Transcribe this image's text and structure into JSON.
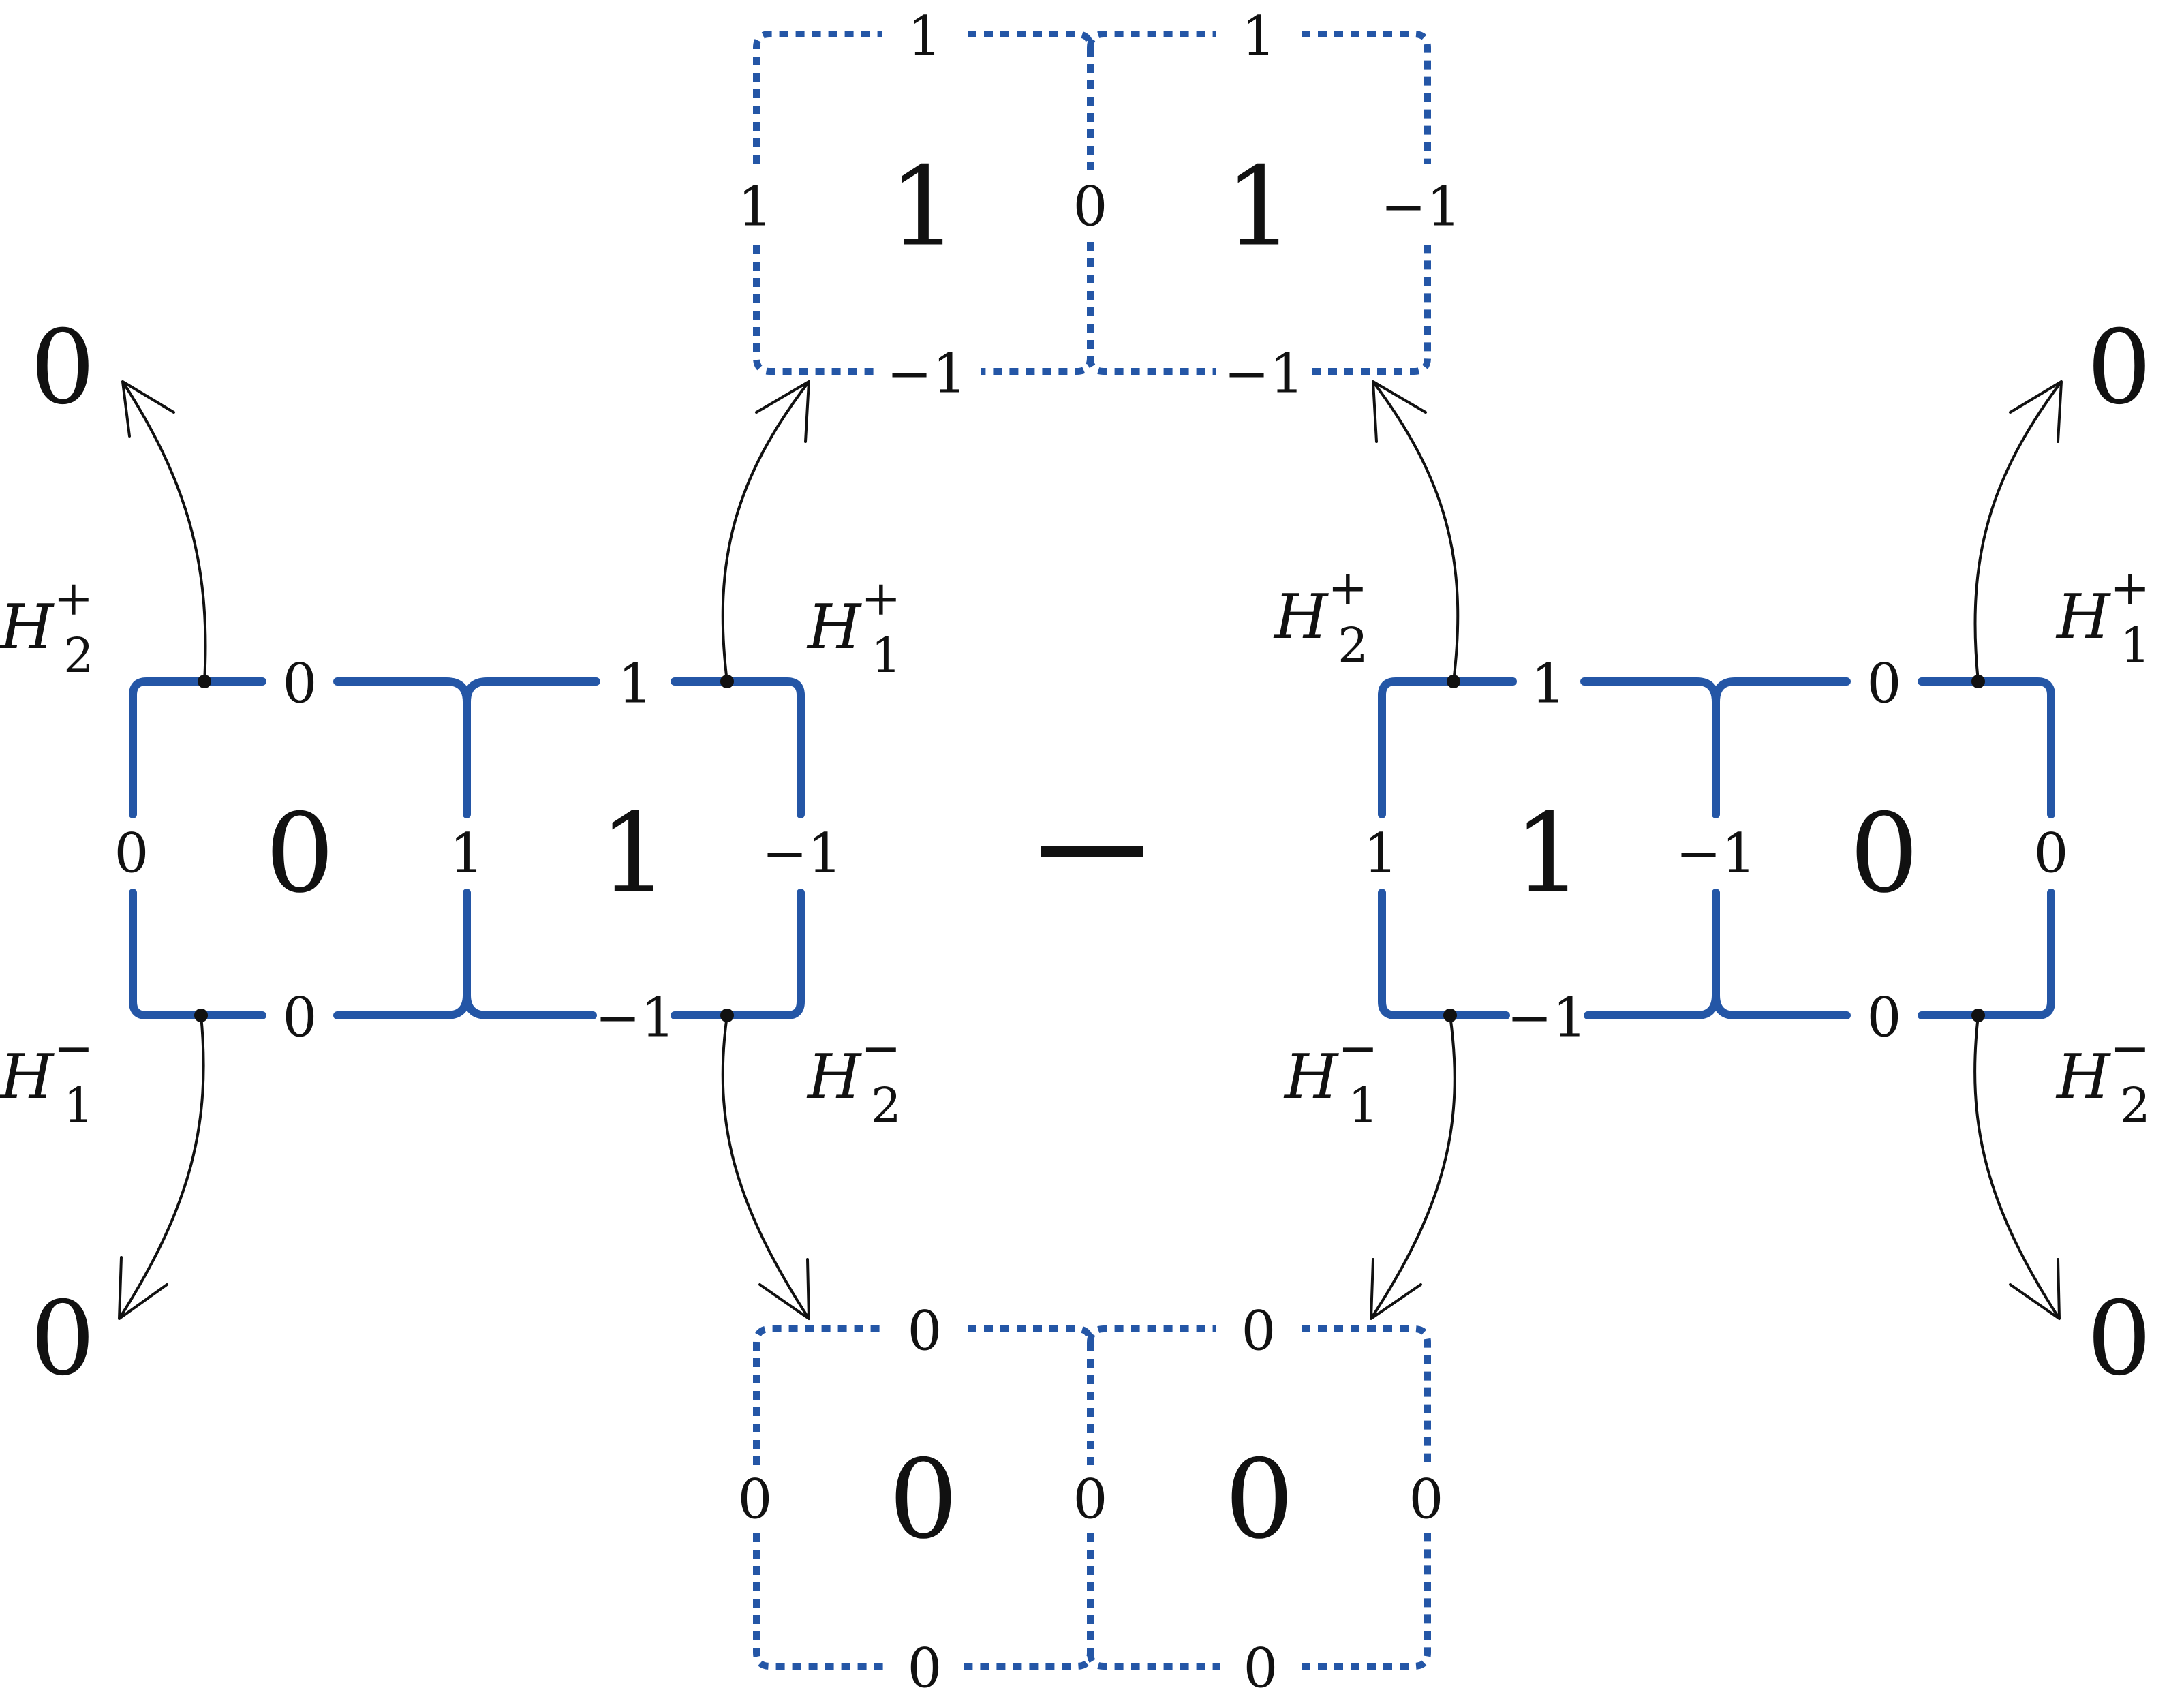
{
  "colors": {
    "strand": "#2456a6",
    "ink": "#111111",
    "background": "#ffffff"
  },
  "operator": "−",
  "left": {
    "cells": [
      "0",
      "1"
    ],
    "top_edges": [
      "0",
      "1"
    ],
    "bottom_edges": [
      "0",
      "−1"
    ],
    "verticals": [
      "0",
      "1",
      "−1"
    ]
  },
  "right": {
    "cells": [
      "1",
      "0"
    ],
    "top_edges": [
      "1",
      "0"
    ],
    "bottom_edges": [
      "−1",
      "0"
    ],
    "verticals": [
      "1",
      "−1",
      "0"
    ]
  },
  "top_result": {
    "cells": [
      "1",
      "1"
    ],
    "top_edges": [
      "1",
      "1"
    ],
    "bottom_edges": [
      "−1",
      "−1"
    ],
    "verticals": [
      "1",
      "0",
      "−1"
    ]
  },
  "bottom_result": {
    "cells": [
      "0",
      "0"
    ],
    "top_edges": [
      "0",
      "0"
    ],
    "bottom_edges": [
      "0",
      "0"
    ],
    "verticals": [
      "0",
      "0",
      "0"
    ]
  },
  "operators": {
    "left_top_left": {
      "base": "H",
      "sub": "2",
      "sup": "+"
    },
    "left_top_right": {
      "base": "H",
      "sub": "1",
      "sup": "+"
    },
    "left_bottom_left": {
      "base": "H",
      "sub": "1",
      "sup": "−"
    },
    "left_bottom_right": {
      "base": "H",
      "sub": "2",
      "sup": "−"
    },
    "right_top_left": {
      "base": "H",
      "sub": "2",
      "sup": "+"
    },
    "right_top_right": {
      "base": "H",
      "sub": "1",
      "sup": "+"
    },
    "right_bottom_left": {
      "base": "H",
      "sub": "1",
      "sup": "−"
    },
    "right_bottom_right": {
      "base": "H",
      "sub": "2",
      "sup": "−"
    }
  },
  "results": {
    "top_left": "0",
    "top_right": "0",
    "bottom_left": "0",
    "bottom_right": "0"
  }
}
